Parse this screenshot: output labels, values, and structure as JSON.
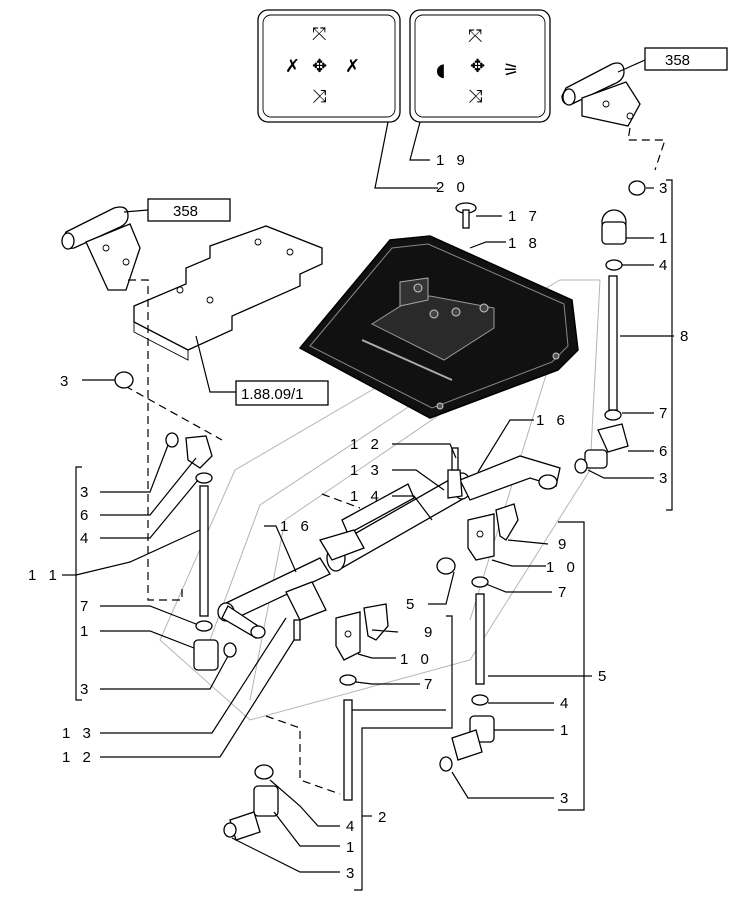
{
  "callouts": {
    "c358_top": "358",
    "c358_left": "358",
    "c188": "1.88.09/1",
    "n19": "1 9",
    "n20": "2 0",
    "n17": "1 7",
    "n18": "1 8",
    "n16a": "1 6",
    "n16b": "1 6",
    "n12a": "1 2",
    "n13a": "1 3",
    "n14": "1 4",
    "n3_r1": "3",
    "n1_r1": "1",
    "n4_r1": "4",
    "n8": "8",
    "n7_r1": "7",
    "n6_r1": "6",
    "n3_r2": "3",
    "n3_l1": "3",
    "n3_l2": "3",
    "n6_l": "6",
    "n4_l": "4",
    "n11": "1 1",
    "n7_l": "7",
    "n1_l": "1",
    "n3_l3": "3",
    "n9_r": "9",
    "n10_r": "1 0",
    "n7_r2": "7",
    "n5_mid": "5",
    "n9_m": "9",
    "n10_m": "1 0",
    "n7_m": "7",
    "n5_r": "5",
    "n4_r2": "4",
    "n1_r2": "1",
    "n3_r3": "3",
    "n13b": "1 3",
    "n12b": "1 2",
    "n2": "2",
    "n4_b": "4",
    "n1_b": "1",
    "n3_b": "3"
  }
}
